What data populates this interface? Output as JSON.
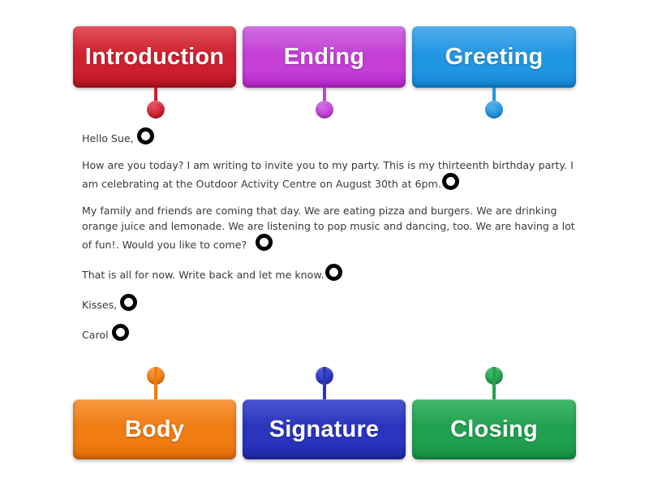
{
  "activity": {
    "type": "labelled-diagram",
    "background_color": "#ffffff"
  },
  "labels": {
    "top_row": [
      {
        "id": "introduction",
        "text": "Introduction",
        "color": "#cf2030",
        "color_light": "#e4525e",
        "color_dark": "#b3141f",
        "pin_direction": "down"
      },
      {
        "id": "ending",
        "text": "Ending",
        "color": "#c43fd6",
        "color_light": "#d070e2",
        "color_dark": "#b524c9",
        "pin_direction": "down"
      },
      {
        "id": "greeting",
        "text": "Greeting",
        "color": "#2196e3",
        "color_light": "#53aeec",
        "color_dark": "#1183d2",
        "pin_direction": "down"
      }
    ],
    "bottom_row": [
      {
        "id": "body",
        "text": "Body",
        "color": "#f07c12",
        "color_light": "#f89a42",
        "color_dark": "#e06b06",
        "pin_direction": "up"
      },
      {
        "id": "signature",
        "text": "Signature",
        "color": "#2a34bd",
        "color_light": "#4b55d2",
        "color_dark": "#1f28a8",
        "pin_direction": "up"
      },
      {
        "id": "closing",
        "text": "Closing",
        "color": "#21a14f",
        "color_light": "#43b96c",
        "color_dark": "#128f40",
        "pin_direction": "up"
      }
    ]
  },
  "letter": {
    "greeting_line": "Hello Sue,",
    "paragraph_1": "How are you today? I am writing to invite you to my party. This is my thirteenth birthday party. I am celebrating at the Outdoor Activity Centre on August 30th at 6pm.",
    "paragraph_2": "My family and friends are coming that day. We are eating pizza and burgers. We are drinking orange juice and lemonade. We are listening to pop music and dancing, too.  We are having a lot of fun!. Would you like to come?",
    "paragraph_3": "That is all for now. Write back and let me know.",
    "closing_line": "Kisses,",
    "signature_line": "Carol",
    "text_color": "#3a3a3a"
  },
  "drop_targets": {
    "count": 6,
    "marker": "ring-marker",
    "marker_color": "#000000"
  }
}
